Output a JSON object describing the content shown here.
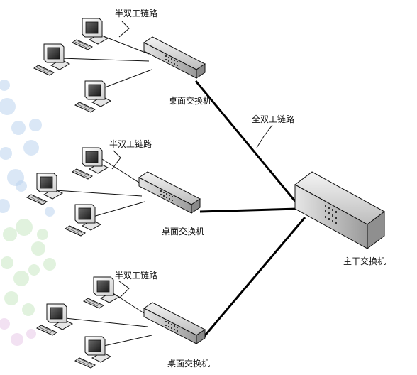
{
  "labels": {
    "half_duplex_top": "半双工链路",
    "half_duplex_mid": "半双工链路",
    "half_duplex_bot": "半双工链路",
    "full_duplex": "全双工链路",
    "desktop_switch_top": "桌面交换机",
    "desktop_switch_mid": "桌面交换机",
    "desktop_switch_bot": "桌面交换机",
    "core_switch": "主干交换机"
  },
  "colors": {
    "background_dots": [
      "#bcd3ee",
      "#c9e7c3",
      "#e8c9e8"
    ]
  }
}
